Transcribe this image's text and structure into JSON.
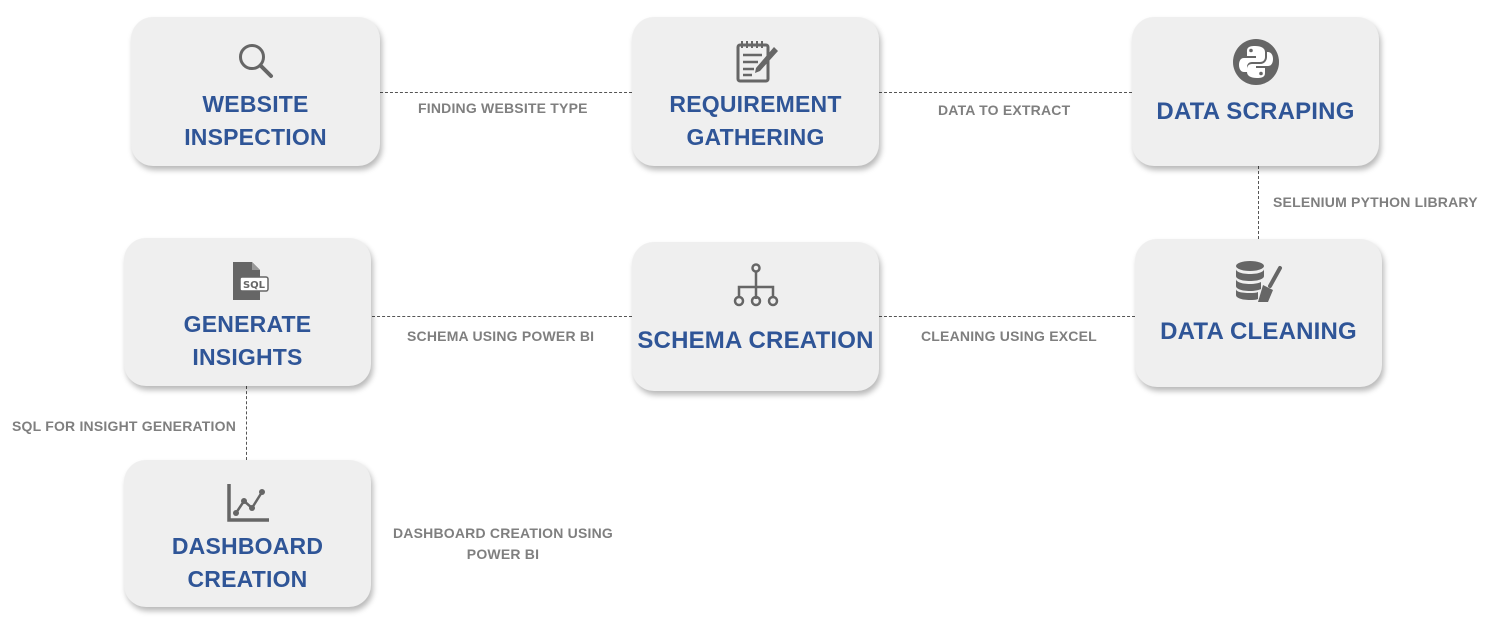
{
  "steps": {
    "website_inspection": {
      "line1": "WEBSITE",
      "line2": "INSPECTION",
      "icon": "magnifier-icon"
    },
    "requirement_gathering": {
      "line1": "REQUIREMENT",
      "line2": "GATHERING",
      "icon": "notepad-icon"
    },
    "data_scraping": {
      "line1": "DATA SCRAPING",
      "icon": "python-icon"
    },
    "data_cleaning": {
      "line1": "DATA CLEANING",
      "icon": "database-broom-icon"
    },
    "schema_creation": {
      "line1": "SCHEMA CREATION",
      "icon": "hierarchy-icon"
    },
    "generate_insights": {
      "line1": "GENERATE",
      "line2": "INSIGHTS",
      "icon": "sql-file-icon"
    },
    "dashboard_creation": {
      "line1": "DASHBOARD",
      "line2": "CREATION",
      "icon": "line-chart-icon"
    }
  },
  "connectors": {
    "finding_website_type": "FINDING WEBSITE TYPE",
    "data_to_extract": "DATA TO EXTRACT",
    "selenium": "SELENIUM PYTHON LIBRARY",
    "cleaning_using_excel": "CLEANING USING EXCEL",
    "schema_using_power_bi": "SCHEMA USING POWER BI",
    "sql_for_insight": "SQL FOR INSIGHT GENERATION",
    "dashboard_line1": "DASHBOARD CREATION USING",
    "dashboard_line2": "POWER BI"
  },
  "colors": {
    "title": "#2f5597",
    "connector_text": "#7f7f7f",
    "box": "#efefef",
    "icon": "#666666"
  }
}
